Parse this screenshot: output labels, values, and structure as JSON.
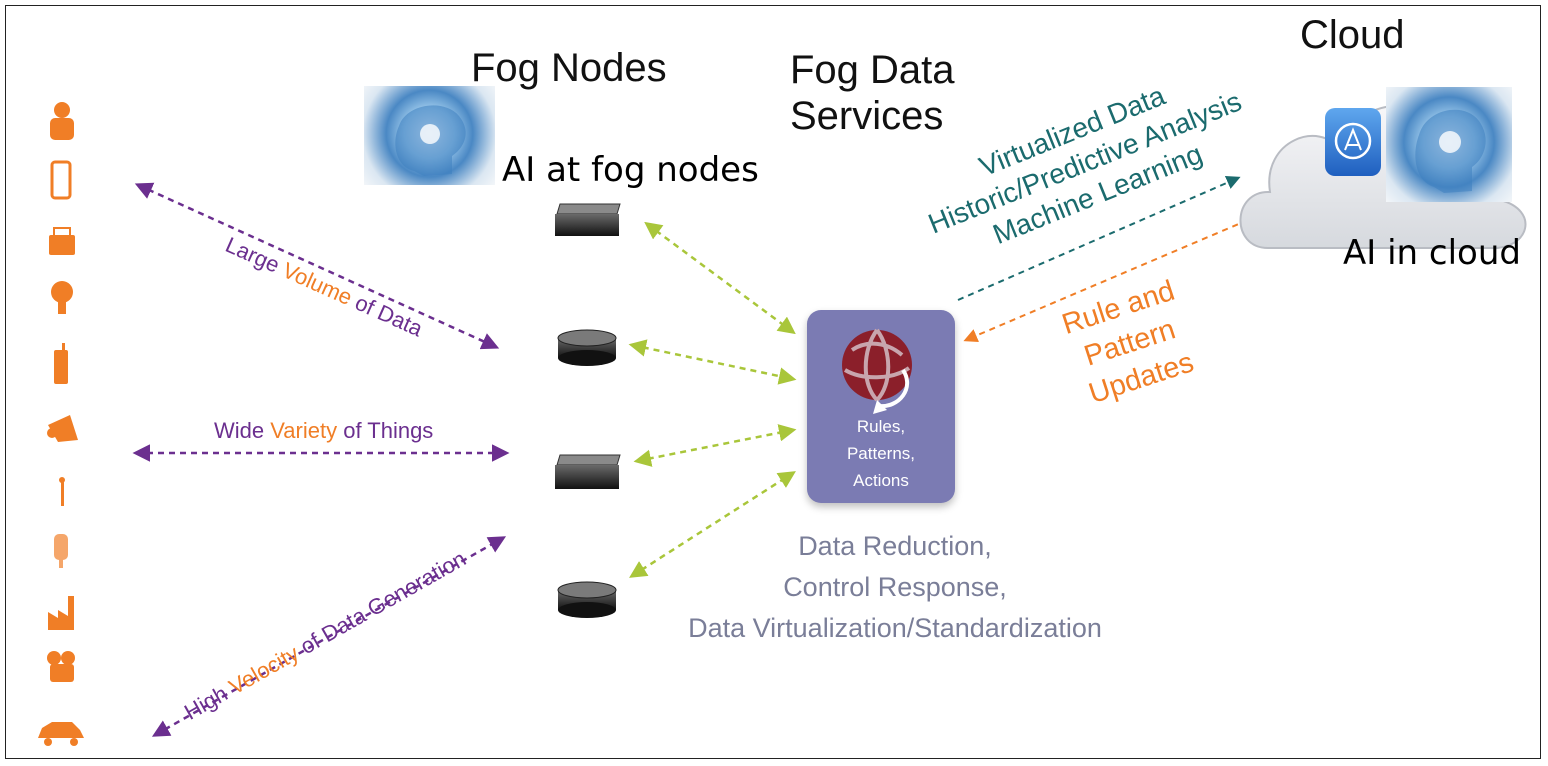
{
  "headings": {
    "fog_nodes": "Fog Nodes",
    "fog_data_services": [
      "Fog Data",
      "Services"
    ],
    "cloud": "Cloud"
  },
  "ai_labels": {
    "fog": "AI at fog nodes",
    "cloud": "AI in cloud"
  },
  "edge_arrows": {
    "volume": [
      "Large ",
      "Volume",
      " of Data"
    ],
    "variety": [
      "Wide ",
      "Variety",
      " of Things"
    ],
    "velocity": [
      "High ",
      "Velocity",
      " of Data Generation"
    ]
  },
  "cloud_link": {
    "lines": [
      "Virtualized Data",
      "Historic/Predictive Analysis",
      "Machine Learning"
    ]
  },
  "rule_updates": {
    "lines": [
      "Rule and",
      "Pattern",
      "Updates"
    ]
  },
  "hub": {
    "lines": [
      "Rules,",
      "Patterns,",
      "Actions"
    ]
  },
  "services": {
    "lines": [
      "Data Reduction,",
      "Control Response,",
      "Data Virtualization/Standardization"
    ]
  },
  "things": [
    "person-icon",
    "phone-icon",
    "printer-icon",
    "lightbulb-icon",
    "handheld-icon",
    "camera-icon",
    "antenna-icon",
    "sensor-icon",
    "factory-icon",
    "video-camera-icon",
    "car-icon"
  ],
  "fog_devices": [
    "switch-icon",
    "router-icon",
    "switch-icon",
    "router-icon"
  ],
  "colors": {
    "purple": "#6b2f8f",
    "orange": "#f07e26",
    "green": "#a9c63a",
    "teal": "#1b6b6e",
    "hub": "#7b7bb3",
    "services_text": "#7a7e98"
  }
}
